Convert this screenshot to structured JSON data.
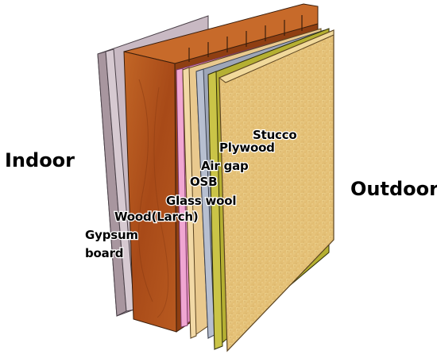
{
  "labels": {
    "indoor": "Indoor",
    "outdoor": "Outdoor",
    "stucco": "Stucco",
    "plywood": "Plywood",
    "air_gap": "Air gap",
    "osb": "OSB",
    "glass_wool": "Glass wool",
    "wood_larch": "Wood(Larch)",
    "gypsum_line1": "Gypsum",
    "gypsum_line2": "board"
  },
  "colors": {
    "gypsum": "#c4b6c0",
    "wood": "#b5561f",
    "glass_wool": "#e88fc4",
    "osb": "#e9c98e",
    "air_gap": "#9ea6b8",
    "plywood": "#b5b032",
    "stucco": "#e7c77e"
  }
}
